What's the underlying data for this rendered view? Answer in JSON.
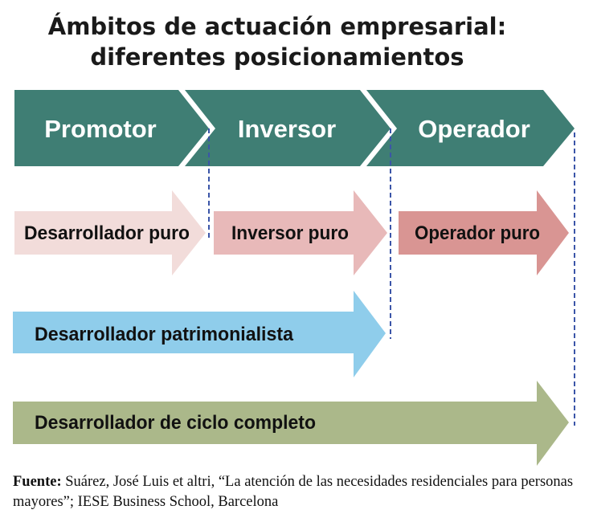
{
  "title": {
    "line1": "Ámbitos de actuación empresarial:",
    "line2": "diferentes posicionamientos"
  },
  "stages": [
    {
      "label": "Promotor"
    },
    {
      "label": "Inversor"
    },
    {
      "label": "Operador"
    }
  ],
  "roles": [
    {
      "label": "Desarrollador puro",
      "color": "#f2dcda"
    },
    {
      "label": "Inversor puro",
      "color": "#e8b9b9"
    },
    {
      "label": "Operador puro",
      "color": "#d99593"
    },
    {
      "label": "Desarrollador patrimonialista",
      "color": "#8fcdeb"
    },
    {
      "label": "Desarrollador de ciclo completo",
      "color": "#abb88a"
    }
  ],
  "colors": {
    "stage": "#3f7e74",
    "divider": "#3b55a8"
  },
  "source": {
    "label": "Fuente:",
    "text": " Suárez, José Luis et altri, “La atención de las necesidades residenciales para personas mayores”; IESE Business School, Barcelona"
  }
}
